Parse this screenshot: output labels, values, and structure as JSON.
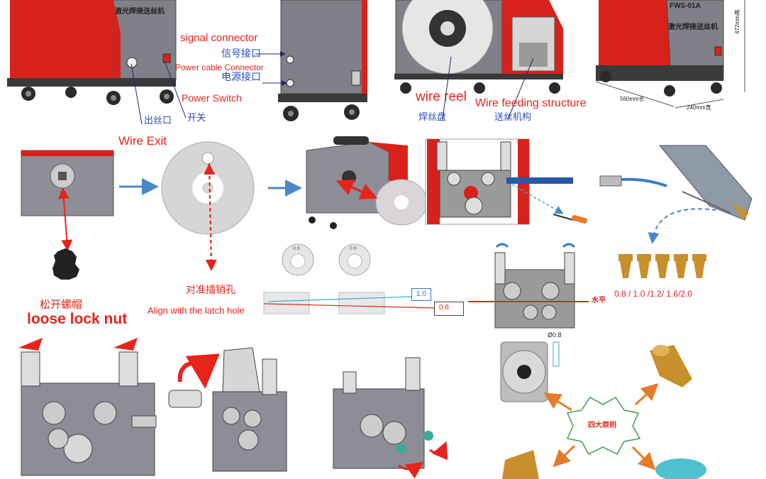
{
  "labels": {
    "signal_connector": "signal connector",
    "signal_connector_cn": "信号接口",
    "power_cable_connector": "Power cable Connector",
    "power_connector_cn": "电源接口",
    "power_switch": "Power Switch",
    "switch_cn": "开关",
    "wire_outlet_cn": "出丝口",
    "wire_exit": "Wire Exit",
    "wire_reel": "wire reel",
    "wire_reel_cn": "焊丝盘",
    "wire_feeding_structure": "Wire feeding structure",
    "wire_feeding_cn": "送丝机构",
    "align_cn": "对准插销孔",
    "align_latch_hole": "Align with the latch hole",
    "loosen_nut_cn": "松开螺帽",
    "loose_lock_nut": "loose lock nut",
    "horizontal_cn": "水平",
    "nozzle_sizes": "0.8 / 1.0 /1.2/ 1.6/2.0",
    "wire_diameter": "Ø0.8",
    "four_principles_cn": "四大原则",
    "roller_mark_left": "0.8",
    "roller_mark_right": "0.8",
    "callout_1_0": "1.0",
    "callout_0_8": "0.8",
    "machine_plate_left": "激光焊接送丝机",
    "machine_plate_right": "FWS-01A",
    "machine_plate_right_cn": "激光焊接送丝机",
    "dim_length": "560mm长",
    "dim_width": "240mm宽",
    "dim_height": "472mm高"
  },
  "colors": {
    "red": "#e8231c",
    "blue": "#2a4fb5",
    "machine_red": "#d9211b",
    "machine_grey": "#7f8088",
    "arrow_blue": "#4a87c9",
    "arrow_orange": "#e87b2a",
    "brass": "#c8902c"
  }
}
